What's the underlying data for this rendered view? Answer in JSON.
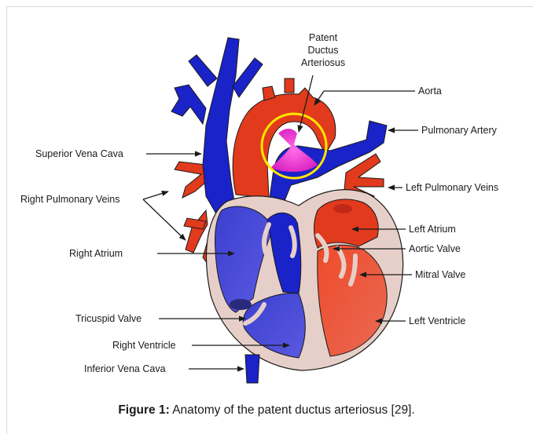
{
  "labels": {
    "patent_ductus": [
      "Patent",
      "Ductus",
      "Arteriosus"
    ],
    "aorta": "Aorta",
    "pulmonary_artery": "Pulmonary Artery",
    "superior_vena_cava": "Superior Vena Cava",
    "right_pulmonary_veins": "Right Pulmonary Veins",
    "left_pulmonary_veins": "Left Pulmonary Veins",
    "left_atrium": "Left Atrium",
    "right_atrium": "Right Atrium",
    "aortic_valve": "Aortic Valve",
    "mitral_valve": "Mitral Valve",
    "tricuspid_valve": "Tricuspid Valve",
    "left_ventricle": "Left Ventricle",
    "right_ventricle": "Right Ventricle",
    "inferior_vena_cava": "Inferior Vena Cava"
  },
  "caption": {
    "bold": "Figure 1:",
    "text": " Anatomy of the patent ductus arteriosus [29]."
  },
  "colors": {
    "deoxygenated": "#1a23c8",
    "oxygenated": "#e23a1c",
    "ductus_highlight": "#ee2cd0",
    "highlight_ring": "#ffe600",
    "myocardium": "#e7cfc9"
  }
}
